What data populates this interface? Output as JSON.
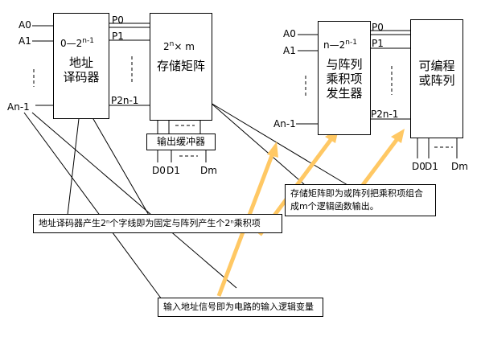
{
  "inputs": [
    "A0",
    "A1",
    "An-1"
  ],
  "decoder": {
    "range_prefix": "0—2",
    "range_exp": "n-1",
    "label_line1": "地址",
    "label_line2": "译码器"
  },
  "word_lines": {
    "p0": "P0",
    "p1": "P1",
    "p_last": "P2n-1"
  },
  "memory": {
    "size_base": "2",
    "size_exp": "n",
    "size_suffix": "× m",
    "label": "存储矩阵"
  },
  "buffer": {
    "label": "输出缓冲器"
  },
  "outputs": [
    "D0",
    "D1",
    "Dm"
  ],
  "and_array": {
    "range_prefix": "n—2",
    "range_exp": "n-1",
    "label_line1": "与阵列",
    "label_line2": "乘积项",
    "label_line3": "发生器"
  },
  "or_array": {
    "label_line1": "可编程",
    "label_line2": "或阵列"
  },
  "callouts": {
    "decoder_note": "地址译码器产生2ⁿ个字线即为固定与阵列产生个2ⁿ乘积项",
    "memory_note": "存储矩阵即为或阵列把乘积项组合成m个逻辑函数输出。",
    "input_note": "输入地址信号即为电路的输入逻辑变量"
  },
  "colors": {
    "line": "#000000",
    "arrow": "#ffc864",
    "background": "#ffffff"
  }
}
